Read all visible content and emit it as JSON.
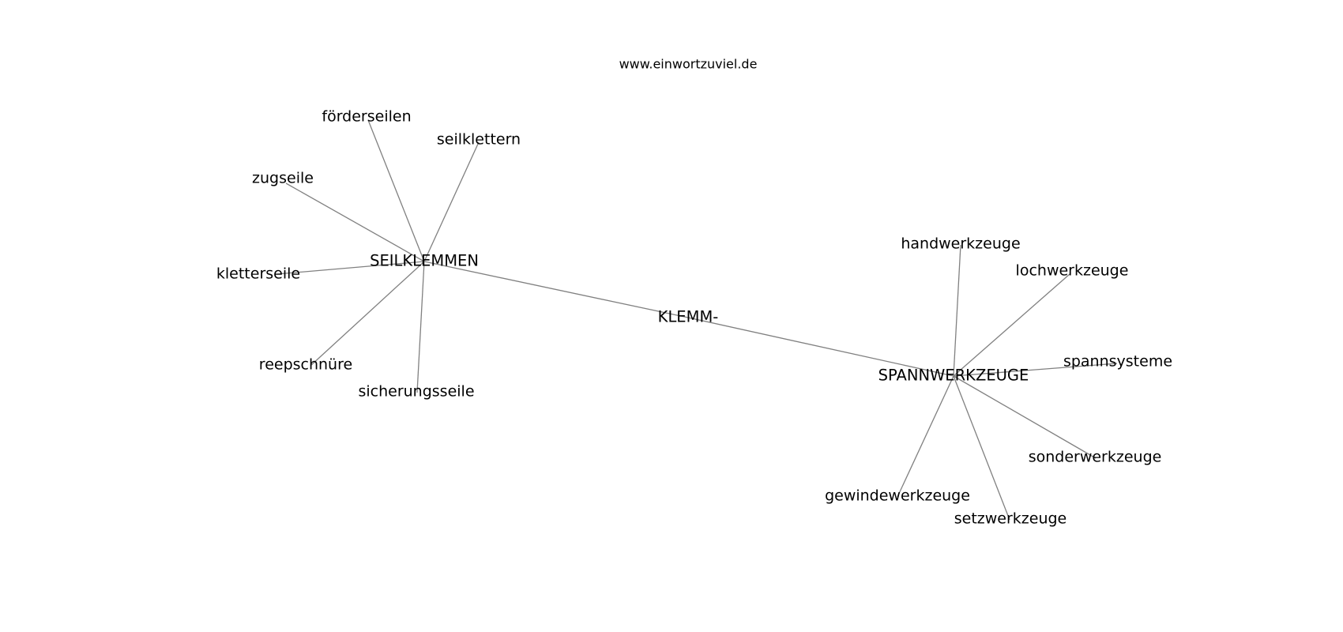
{
  "watermark": "www.einwortzuviel.de",
  "center_word": "KLEMM-",
  "clusters": [
    {
      "hub": "SEILKLEMMEN",
      "leaves": [
        "förderseilen",
        "seilklettern",
        "zugseile",
        "kletterseile",
        "reepschnüre",
        "sicherungsseile"
      ]
    },
    {
      "hub": "SPANNWERKZEUGE",
      "leaves": [
        "handwerkzeuge",
        "lochwerkzeuge",
        "spannsysteme",
        "sonderwerkzeuge",
        "setzwerkzeuge",
        "gewindewerkzeuge"
      ]
    }
  ]
}
